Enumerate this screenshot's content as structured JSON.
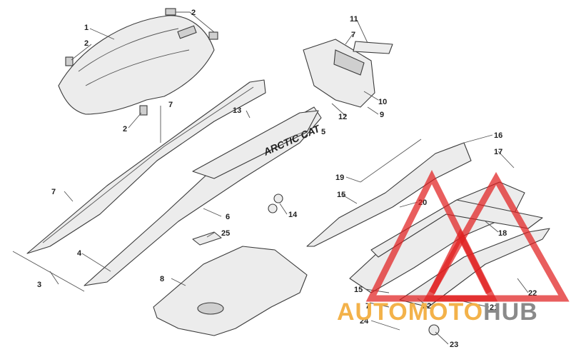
{
  "diagram": {
    "callouts": [
      {
        "id": "c1",
        "label": "1"
      },
      {
        "id": "c2a",
        "label": "2"
      },
      {
        "id": "c2b",
        "label": "2"
      },
      {
        "id": "c2c",
        "label": "2"
      },
      {
        "id": "c3",
        "label": "3"
      },
      {
        "id": "c4",
        "label": "4"
      },
      {
        "id": "c5",
        "label": "5"
      },
      {
        "id": "c6",
        "label": "6"
      },
      {
        "id": "c7a",
        "label": "7"
      },
      {
        "id": "c7b",
        "label": "7"
      },
      {
        "id": "c7c",
        "label": "7"
      },
      {
        "id": "c7d",
        "label": "7"
      },
      {
        "id": "c8",
        "label": "8"
      },
      {
        "id": "c9",
        "label": "9"
      },
      {
        "id": "c10",
        "label": "10"
      },
      {
        "id": "c11",
        "label": "11"
      },
      {
        "id": "c12",
        "label": "12"
      },
      {
        "id": "c13",
        "label": "13"
      },
      {
        "id": "c14",
        "label": "14"
      },
      {
        "id": "c15a",
        "label": "15"
      },
      {
        "id": "c15b",
        "label": "15"
      },
      {
        "id": "c16",
        "label": "16"
      },
      {
        "id": "c17",
        "label": "17"
      },
      {
        "id": "c18",
        "label": "18"
      },
      {
        "id": "c19",
        "label": "19"
      },
      {
        "id": "c20",
        "label": "20"
      },
      {
        "id": "c21",
        "label": "21"
      },
      {
        "id": "c22a",
        "label": "22"
      },
      {
        "id": "c22b",
        "label": "22"
      },
      {
        "id": "c23",
        "label": "23"
      },
      {
        "id": "c24",
        "label": "24"
      },
      {
        "id": "c25",
        "label": "25"
      }
    ],
    "brand_decal": "ARCTIC CAT"
  },
  "watermark": {
    "part1": "AUTO",
    "part2": "MOTO",
    "part3": "HUB",
    "colors": {
      "red": "#e02020",
      "orange": "#f3b24a",
      "gray": "#8a8a8a"
    }
  }
}
